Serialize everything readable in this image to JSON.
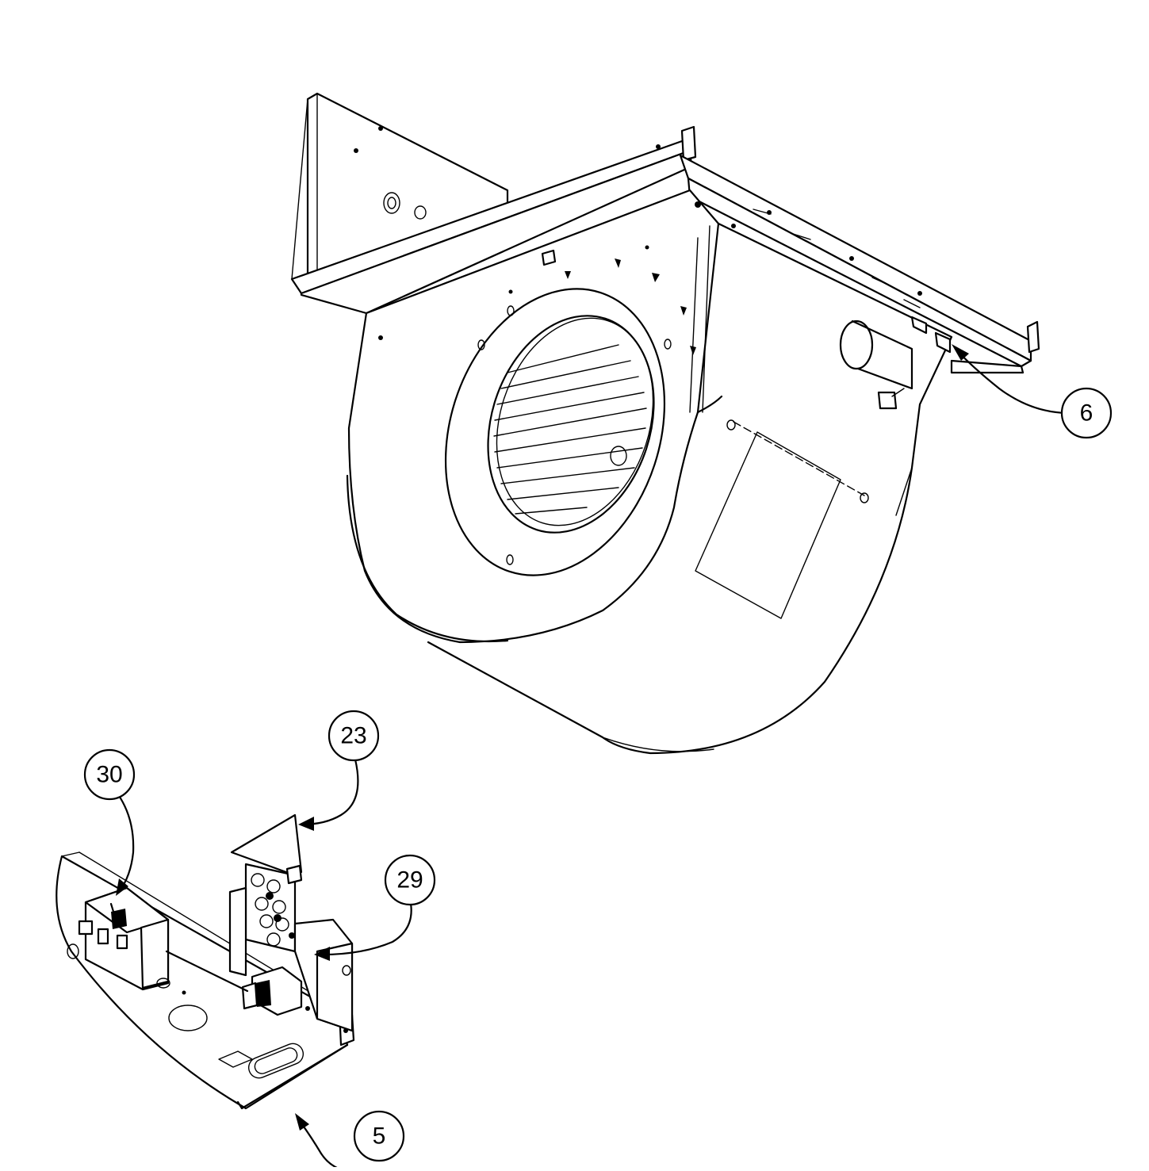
{
  "callouts": [
    {
      "id": "6",
      "label": "6"
    },
    {
      "id": "23",
      "label": "23"
    },
    {
      "id": "30",
      "label": "30"
    },
    {
      "id": "29",
      "label": "29"
    },
    {
      "id": "5",
      "label": "5"
    }
  ],
  "colors": {
    "line": "#000000",
    "background": "#ffffff"
  }
}
